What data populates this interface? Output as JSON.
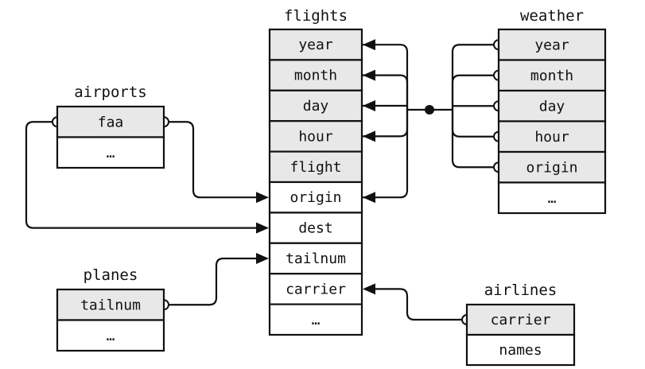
{
  "tables": [
    {
      "id": "flights",
      "title": "flights",
      "rows": [
        {
          "label": "year",
          "key": true
        },
        {
          "label": "month",
          "key": true
        },
        {
          "label": "day",
          "key": true
        },
        {
          "label": "hour",
          "key": true
        },
        {
          "label": "flight",
          "key": true
        },
        {
          "label": "origin",
          "key": false
        },
        {
          "label": "dest",
          "key": false
        },
        {
          "label": "tailnum",
          "key": false
        },
        {
          "label": "carrier",
          "key": false
        },
        {
          "label": "…",
          "key": false
        }
      ]
    },
    {
      "id": "weather",
      "title": "weather",
      "rows": [
        {
          "label": "year",
          "key": true
        },
        {
          "label": "month",
          "key": true
        },
        {
          "label": "day",
          "key": true
        },
        {
          "label": "hour",
          "key": true
        },
        {
          "label": "origin",
          "key": true
        },
        {
          "label": "…",
          "key": false
        }
      ]
    },
    {
      "id": "airports",
      "title": "airports",
      "rows": [
        {
          "label": "faa",
          "key": true
        },
        {
          "label": "…",
          "key": false
        }
      ]
    },
    {
      "id": "planes",
      "title": "planes",
      "rows": [
        {
          "label": "tailnum",
          "key": true
        },
        {
          "label": "…",
          "key": false
        }
      ]
    },
    {
      "id": "airlines",
      "title": "airlines",
      "rows": [
        {
          "label": "carrier",
          "key": true
        },
        {
          "label": "names",
          "key": false
        }
      ]
    }
  ],
  "relations": [
    {
      "from": "weather.year",
      "to": "flights.year"
    },
    {
      "from": "weather.month",
      "to": "flights.month"
    },
    {
      "from": "weather.day",
      "to": "flights.day"
    },
    {
      "from": "weather.hour",
      "to": "flights.hour"
    },
    {
      "from": "weather.origin",
      "to": "flights.origin"
    },
    {
      "from": "airports.faa",
      "to": "flights.origin"
    },
    {
      "from": "airports.faa",
      "to": "flights.dest"
    },
    {
      "from": "planes.tailnum",
      "to": "flights.tailnum"
    },
    {
      "from": "airlines.carrier",
      "to": "flights.carrier"
    }
  ],
  "colors": {
    "key_fill": "#e8e8e8",
    "plain_fill": "#ffffff",
    "stroke": "#111111"
  }
}
